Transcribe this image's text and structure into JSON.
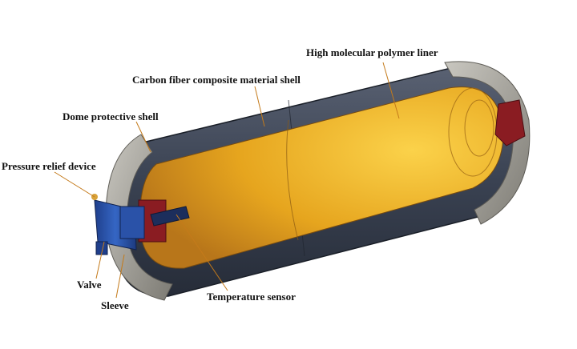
{
  "labels": {
    "liner": "High molecular polymer liner",
    "carbon_shell": "Carbon fiber composite material shell",
    "dome_shell": "Dome protective shell",
    "relief_device": "Pressure relief device",
    "valve": "Valve",
    "sleeve": "Sleeve",
    "temp_sensor": "Temperature sensor"
  },
  "colors": {
    "outer_shell": "#3c4454",
    "liner_interior": "#e6a51e",
    "dome": "#a7a59e",
    "valve": "#2a52a8",
    "boss": "#8a1c22",
    "leader": "#c47a1a"
  }
}
